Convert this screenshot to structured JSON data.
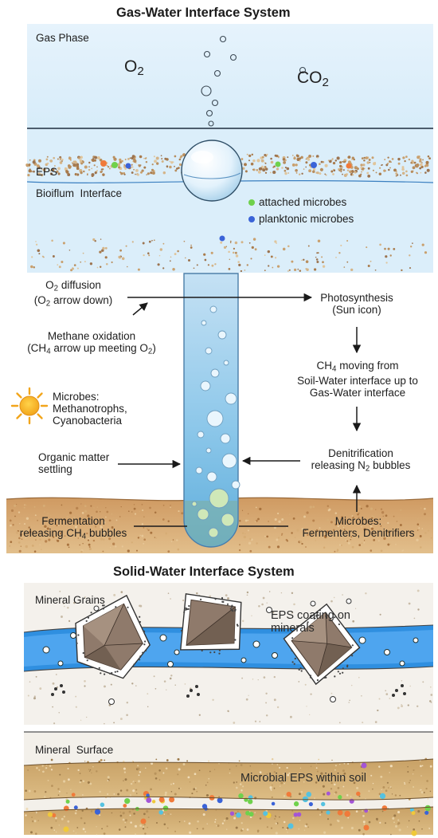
{
  "gas_water": {
    "title": "Gas-Water Interface System",
    "gas_phase": "Gas Phase",
    "o2": {
      "main": "O",
      "sub": "2"
    },
    "co2": {
      "main": "CO",
      "sub": "2"
    },
    "eps": "EPS",
    "biofilm": "Bioiflum  Interface",
    "legend_attached": "attached microbes",
    "legend_planktonic": "planktonic microbes",
    "colors": {
      "attached": "#6fd14c",
      "planktonic": "#3a63d8",
      "water": "#dbeefa"
    }
  },
  "middle": {
    "o2_diffusion": {
      "pre": "O",
      "sub": "2",
      "post": " diffusion"
    },
    "o2_arrow_down": {
      "pre": "(O",
      "sub": "2",
      "post": " arrow down)"
    },
    "methane_oxidation": "Methane oxidation",
    "ch4_arrow_up": {
      "p1": "(CH",
      "s1": "4",
      "p2": " arrow up meeting O",
      "s2": "2",
      "p3": ")"
    },
    "microbes_label": "Microbes:",
    "methanotrophs": "Methanotrophs,",
    "cyanobacteria": "Cyanobacteria",
    "organic_matter": "Organic matter",
    "settling": "settling",
    "fermentation": "Fermentation",
    "releasing_ch4": {
      "pre": "releasing CH",
      "sub": "4",
      "post": " bubbles"
    },
    "photosynthesis": "Photosynthesis",
    "sun_icon": "(Sun icon)",
    "ch4_moving": {
      "pre": "CH",
      "sub": "4",
      "post": " moving from"
    },
    "soil_water": "Soil-Water interface up to",
    "gas_water_if": "Gas-Water interface",
    "denitrification": "Denitrification",
    "releasing_n2": {
      "pre": "releasing N",
      "sub": "2",
      "post": " bubbles"
    },
    "microbes2": "Microbes:",
    "fermenters": "Fermenters, Denitrifiers",
    "icons": [
      "sun-icon"
    ]
  },
  "solid_water": {
    "title": "Solid-Water Interface System",
    "mineral_grains": "Mineral Grains",
    "eps_coating_1": "EPS coating on",
    "eps_coating_2": "minerals",
    "mineral_surface": "Mineral  Surface",
    "microbial_eps": "Microbial EPS within soil",
    "colors": {
      "water": "#2f8fe0",
      "soil": "#c9a468"
    }
  }
}
